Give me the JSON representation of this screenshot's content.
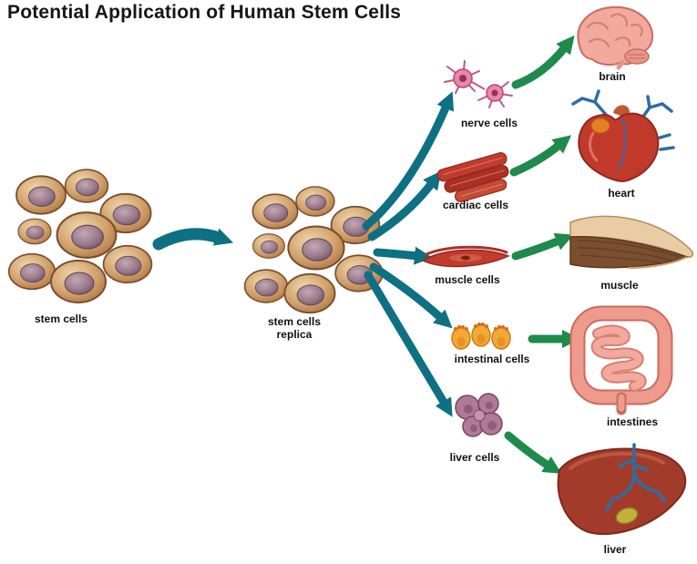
{
  "title": "Potential Application of Human Stem Cells",
  "labels": {
    "stem_cells": "stem cells",
    "stem_cells_replica": "stem cells replica",
    "nerve_cells": "nerve cells",
    "cardiac_cells": "cardiac cells",
    "muscle_cells": "muscle cells",
    "intestinal_cells": "intestinal cells",
    "liver_cells": "liver cells",
    "brain": "brain",
    "heart": "heart",
    "muscle": "muscle",
    "intestines": "intestines",
    "liver": "liver"
  },
  "colors": {
    "background": "#FFFFFF",
    "title_text": "#161616",
    "arrow_teal": "#0E7083",
    "arrow_green": "#1E8A4C",
    "stem_cell_body": "#CE9A64",
    "stem_cell_nucleus": "#8F6F81"
  },
  "edges": [
    {
      "from": "stem cells",
      "to": "stem cells replica",
      "arrow_color": "teal"
    },
    {
      "from": "stem cells replica",
      "to": "nerve cells",
      "arrow_color": "teal"
    },
    {
      "from": "stem cells replica",
      "to": "cardiac cells",
      "arrow_color": "teal"
    },
    {
      "from": "stem cells replica",
      "to": "muscle cells",
      "arrow_color": "teal"
    },
    {
      "from": "stem cells replica",
      "to": "intestinal cells",
      "arrow_color": "teal"
    },
    {
      "from": "stem cells replica",
      "to": "liver cells",
      "arrow_color": "teal"
    },
    {
      "from": "nerve cells",
      "to": "brain",
      "arrow_color": "green"
    },
    {
      "from": "cardiac cells",
      "to": "heart",
      "arrow_color": "green"
    },
    {
      "from": "muscle cells",
      "to": "muscle",
      "arrow_color": "green"
    },
    {
      "from": "intestinal cells",
      "to": "intestines",
      "arrow_color": "green"
    },
    {
      "from": "liver cells",
      "to": "liver",
      "arrow_color": "green"
    }
  ]
}
